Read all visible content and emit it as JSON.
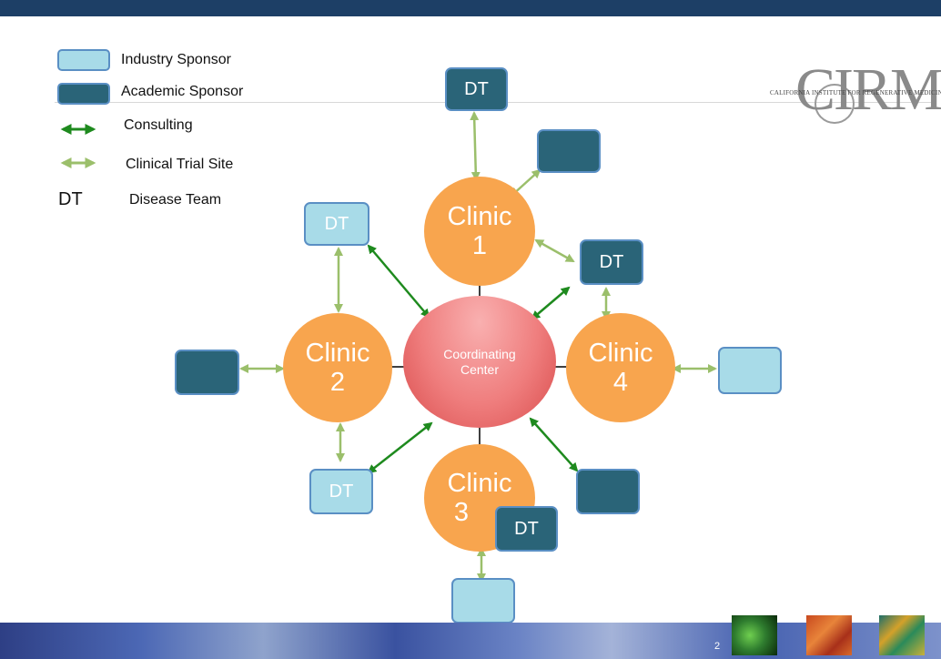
{
  "legend": {
    "industry_label": "Industry Sponsor",
    "academic_label": "Academic Sponsor",
    "consulting_label": "Consulting",
    "trial_site_label": "Clinical Trial Site",
    "dt_abbrev": "DT",
    "dt_label": "Disease Team"
  },
  "logo": {
    "letters": "CIRM",
    "text": "CALIFORNIA INSTITUTE FOR REGENERATIVE MEDICINE"
  },
  "center": {
    "line1": "Coordinating",
    "line2": "Center"
  },
  "clinics": [
    {
      "label": "Clinic",
      "number": "1"
    },
    {
      "label": "Clinic",
      "number": "2"
    },
    {
      "label": "Clinic",
      "number": "3"
    },
    {
      "label": "Clinic",
      "number": "4"
    }
  ],
  "boxes": {
    "top_dt": "DT",
    "left_dt": "DT",
    "right_dt": "DT",
    "bottom_left_dt": "DT",
    "clinic3_dt": "DT"
  },
  "colors": {
    "industry": "#a8dbe8",
    "academic": "#2a6478",
    "clinic": "#f8a54e",
    "consulting_arrow": "#1e8a1e",
    "trial_site_arrow": "#9bbf6b"
  },
  "footer": {
    "page_number": "2"
  }
}
